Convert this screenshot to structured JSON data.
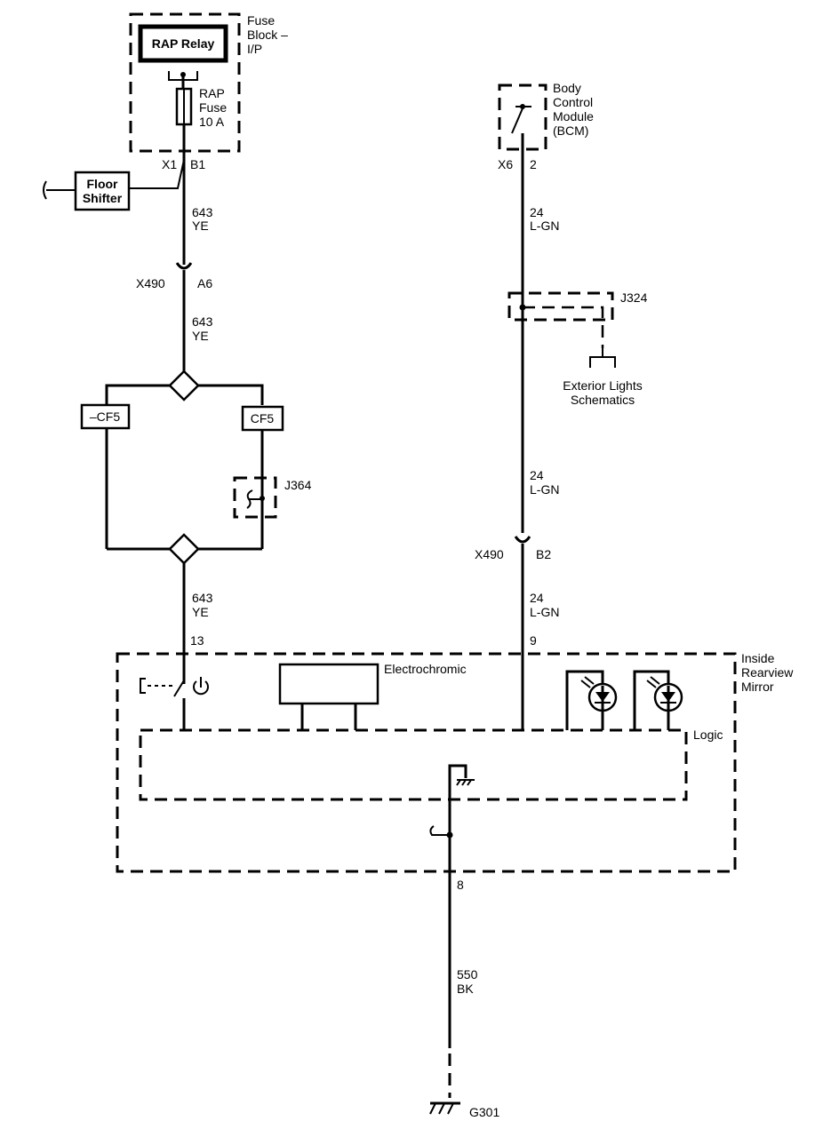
{
  "fuse_block": {
    "title_line1": "Fuse",
    "title_line2": "Block –",
    "title_line3": "I/P",
    "relay_label": "RAP Relay",
    "fuse_line1": "RAP",
    "fuse_line2": "Fuse",
    "fuse_line3": "10 A",
    "connector": "X1",
    "pin": "B1"
  },
  "floor_shifter": {
    "line1": "Floor",
    "line2": "Shifter"
  },
  "bcm": {
    "line1": "Body",
    "line2": "Control",
    "line3": "Module",
    "line4": "(BCM)",
    "connector": "X6",
    "pin": "2"
  },
  "wires": {
    "w643_a_num": "643",
    "w643_a_color": "YE",
    "w643_b_num": "643",
    "w643_b_color": "YE",
    "w643_c_num": "643",
    "w643_c_color": "YE",
    "w24_a_num": "24",
    "w24_a_color": "L-GN",
    "w24_b_num": "24",
    "w24_b_color": "L-GN",
    "w24_c_num": "24",
    "w24_c_color": "L-GN",
    "w550_num": "550",
    "w550_color": "BK"
  },
  "connectors": {
    "x490_left": "X490",
    "x490_left_pin": "A6",
    "x490_right": "X490",
    "x490_right_pin": "B2"
  },
  "options": {
    "neg_cf5": "–CF5",
    "cf5": "CF5"
  },
  "splices": {
    "j364": "J364",
    "j324": "J324"
  },
  "exterior_lights": {
    "line1": "Exterior Lights",
    "line2": "Schematics"
  },
  "mirror": {
    "title_line1": "Inside",
    "title_line2": "Rearview",
    "title_line3": "Mirror",
    "pin_13": "13",
    "pin_9": "9",
    "pin_8": "8",
    "electrochromic": "Electrochromic",
    "logic": "Logic"
  },
  "ground": {
    "label": "G301"
  }
}
